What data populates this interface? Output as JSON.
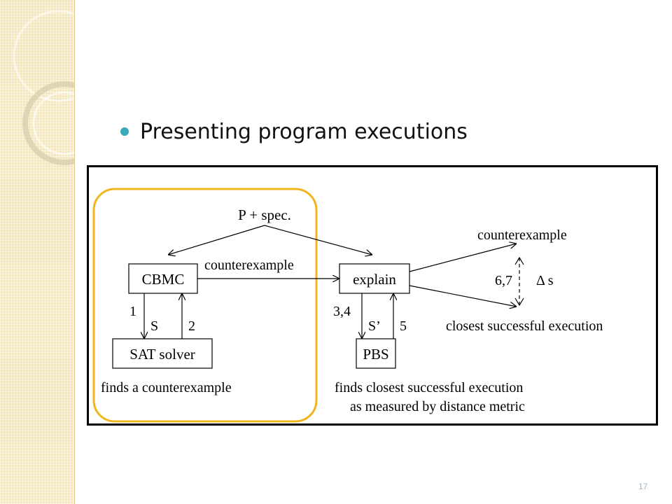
{
  "slide": {
    "bullet_text": "Presenting program executions",
    "page_number": "17"
  },
  "diagram": {
    "input_label": "P + spec.",
    "cbmc_label": "CBMC",
    "explain_label": "explain",
    "edge_counterexample_label": "counterexample",
    "sat_solver_label": "SAT solver",
    "pbs_label": "PBS",
    "step_1": "1",
    "step_2": "2",
    "step_s": "S",
    "step_34": "3,4",
    "step_s_prime": "S’",
    "step_5": "5",
    "output_counterexample": "counterexample",
    "output_closest": "closest successful execution",
    "step_67": "6,7",
    "delta_s": "Δ s",
    "finds_counterexample": "finds a counterexample",
    "finds_closest_line1": "finds closest successful execution",
    "finds_closest_line2": "as measured by distance metric"
  },
  "colors": {
    "accent_bullet": "#3aa9b7",
    "highlight": "#f2b51e",
    "strip": "#f6e7b9"
  }
}
